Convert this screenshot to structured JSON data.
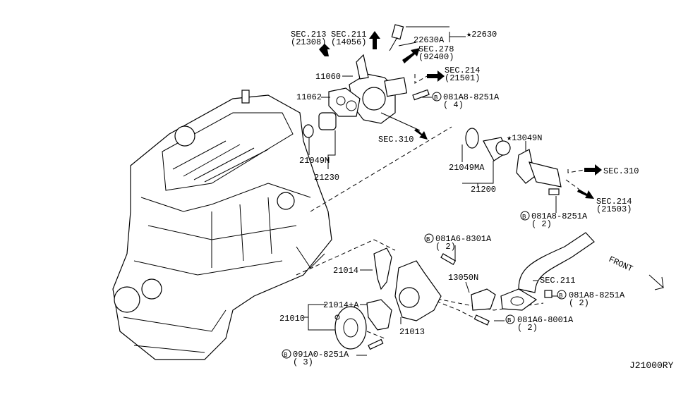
{
  "diagram_id": "J21000RY",
  "labels": {
    "sec213": "SEC.213",
    "sec213_ref": "(21308)",
    "sec211_top": "SEC.211",
    "sec211_top_ref": "(14056)",
    "p22630A": "22630A",
    "p22630": "★22630",
    "sec278": "SEC.278",
    "sec278_ref": "(92400)",
    "p11060": "11060",
    "sec214_top": "SEC.214",
    "sec214_top_ref": "(21501)",
    "p11062": "11062",
    "bolt_081A8_8251A_4": "081A8-8251A",
    "bolt_081A8_8251A_4_qty": "( 4)",
    "sec310_left": "SEC.310",
    "p21049M": "21049M",
    "p21230": "21230",
    "p13049N": "★13049N",
    "p21049MA": "21049MA",
    "p21200": "21200",
    "sec310_right": "SEC.310",
    "sec214_right": "SEC.214",
    "sec214_right_ref": "(21503)",
    "bolt_081A8_8251A_2a": "081A8-8251A",
    "bolt_081A8_8251A_2a_qty": "( 2)",
    "bolt_081A6_8301A": "081A6-8301A",
    "bolt_081A6_8301A_qty": "( 2)",
    "p21014": "21014",
    "p13050N": "13050N",
    "sec211_bottom": "SEC.211",
    "front": "FRONT",
    "p21014A": "21014+A",
    "bolt_081A8_8251A_2b": "081A8-8251A",
    "bolt_081A8_8251A_2b_qty": "( 2)",
    "p21010": "21010",
    "bolt_081A6_8001A": "081A6-8001A",
    "bolt_081A6_8001A_qty": "( 2)",
    "p21013": "21013",
    "bolt_091A0_8251A": "091A0-8251A",
    "bolt_091A0_8251A_qty": "( 3)",
    "bolt_marker": "B",
    "code": "J21000RY"
  }
}
